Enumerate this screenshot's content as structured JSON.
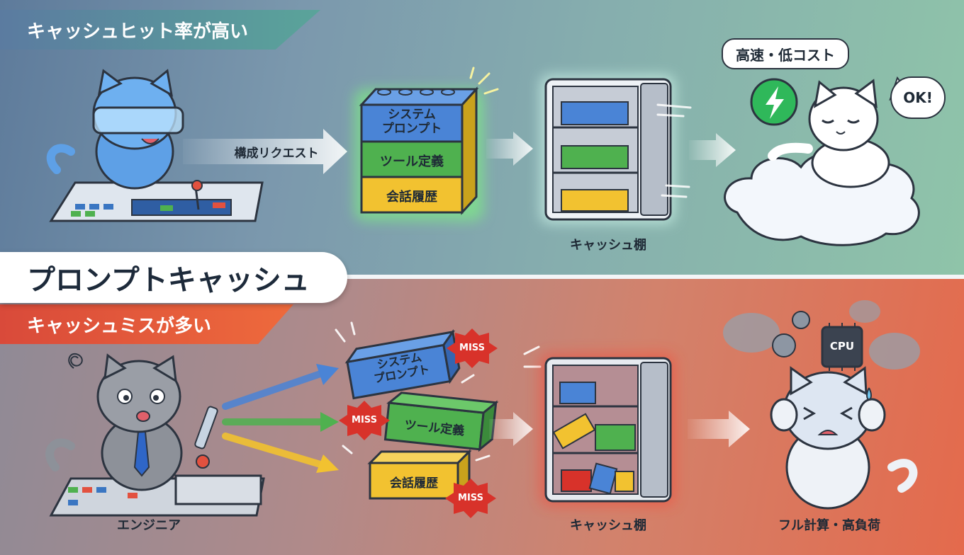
{
  "title": "プロンプトキャッシュ",
  "hit": {
    "heading": "キャッシュヒット率が高い",
    "request_label": "構成リクエスト",
    "blocks": [
      "システム\nプロンプト",
      "ツール定義",
      "会話履歴"
    ],
    "shelf_label": "キャッシュ棚",
    "speech": "高速・低コスト",
    "ok": "OK!"
  },
  "miss": {
    "heading": "キャッシュミスが多い",
    "blocks": [
      "システム\nプロンプト",
      "ツール定義",
      "会話履歴"
    ],
    "miss_label": "MISS",
    "cpu_label": "CPU",
    "engineer_label": "エンジニア",
    "shelf_label": "キャッシュ棚",
    "result_label": "フル計算・高負荷"
  },
  "colors": {
    "blue_block": "#4a84d6",
    "green_block": "#4fb14f",
    "yellow_block": "#f2c230",
    "miss_badge": "#d8322a",
    "lightning": "#2fb85a"
  }
}
